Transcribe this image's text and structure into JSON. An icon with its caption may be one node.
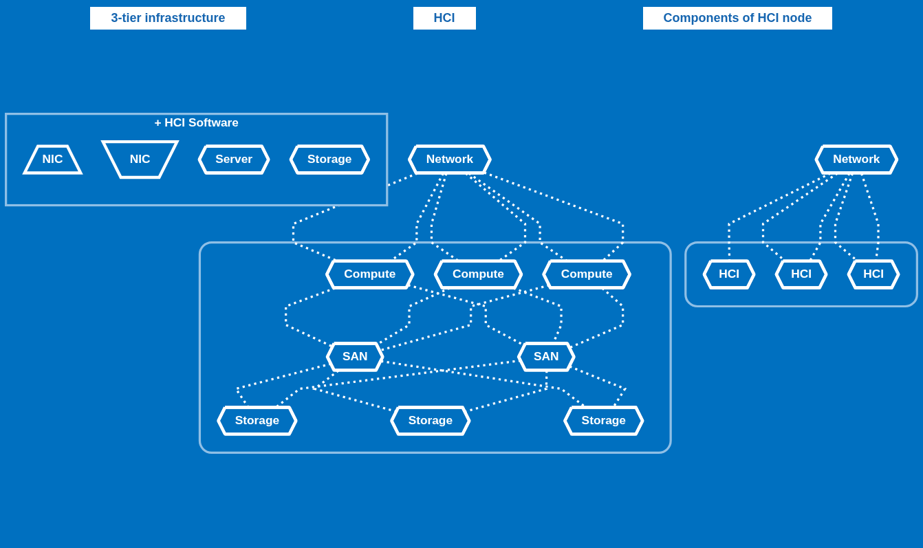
{
  "diagram": {
    "nodes": [
      {
        "text": [
          "Network"
        ]
      },
      {
        "text": [],
        "shape": "box"
      },
      {
        "text": [
          "Compute"
        ],
        "in": 1
      },
      {
        "text": [
          "Compute"
        ],
        "in": 1
      },
      {
        "text": [
          "Compute"
        ],
        "in": 1
      },
      {
        "text": [
          "SAN"
        ],
        "in": 1
      },
      {
        "text": [
          "SAN"
        ],
        "in": 1
      },
      {
        "text": [
          "Storage"
        ],
        "in": 1
      },
      {
        "text": [
          "Storage"
        ],
        "in": 1
      },
      {
        "text": [
          "Storage"
        ],
        "in": 1
      },
      {
        "text": [
          "Network"
        ]
      },
      {
        "text": [],
        "shape": "box"
      },
      {
        "text": [
          "HCI"
        ],
        "in": 11
      },
      {
        "text": [
          "HCI"
        ],
        "in": 11
      },
      {
        "text": [
          "HCI"
        ],
        "in": 11
      },
      {
        "text": [
          "+ HCI Software"
        ]
      },
      {
        "text": [
          "NIC"
        ],
        "in": 15
      },
      {
        "text": [
          "NIC"
        ],
        "in": 15
      },
      {
        "text": [
          "Server"
        ],
        "in": 15
      },
      {
        "text": [
          "Storage"
        ],
        "in": 15
      }
    ],
    "edges": [
      {
        "from": 0,
        "to": 2,
        "arrow": "none",
        "style": "dashed"
      },
      {
        "from": 0,
        "to": 2,
        "arrow": "none",
        "style": "dashed"
      },
      {
        "from": 0,
        "to": 3,
        "arrow": "none",
        "style": "dashed"
      },
      {
        "from": 0,
        "to": 3,
        "arrow": "none",
        "style": "dashed"
      },
      {
        "from": 0,
        "to": 4,
        "arrow": "none",
        "style": "dashed"
      },
      {
        "from": 0,
        "to": 4,
        "arrow": "none",
        "style": "dashed"
      },
      {
        "from": 2,
        "to": 5,
        "arrow": "none",
        "style": "dashed"
      },
      {
        "from": 2,
        "to": 6,
        "arrow": "none",
        "style": "dashed"
      },
      {
        "from": 3,
        "to": 5,
        "arrow": "none",
        "style": "dashed"
      },
      {
        "from": 3,
        "to": 6,
        "arrow": "none",
        "style": "dashed"
      },
      {
        "from": 4,
        "to": 5,
        "arrow": "none",
        "style": "dashed"
      },
      {
        "from": 4,
        "to": 6,
        "arrow": "none",
        "style": "dashed"
      },
      {
        "from": 5,
        "to": 7,
        "arrow": "none",
        "style": "dashed"
      },
      {
        "from": 5,
        "to": 8,
        "arrow": "none",
        "style": "dashed"
      },
      {
        "from": 5,
        "to": 9,
        "arrow": "none",
        "style": "dashed"
      },
      {
        "from": 6,
        "to": 7,
        "arrow": "none",
        "style": "dashed"
      },
      {
        "from": 6,
        "to": 8,
        "arrow": "none",
        "style": "dashed"
      },
      {
        "from": 6,
        "to": 9,
        "arrow": "none",
        "style": "dashed"
      },
      {
        "from": 10,
        "to": 12,
        "arrow": "none",
        "style": "dashed"
      },
      {
        "from": 10,
        "to": 13,
        "arrow": "none",
        "style": "dashed"
      },
      {
        "from": 10,
        "to": 13,
        "arrow": "none",
        "style": "dashed"
      },
      {
        "from": 10,
        "to": 14,
        "arrow": "none",
        "style": "dashed"
      },
      {
        "from": 10,
        "to": 14,
        "arrow": "none",
        "style": "dashed"
      }
    ],
    "labels": [
      "3-tier infrastructure",
      "HCI",
      "Components of HCI node"
    ]
  }
}
